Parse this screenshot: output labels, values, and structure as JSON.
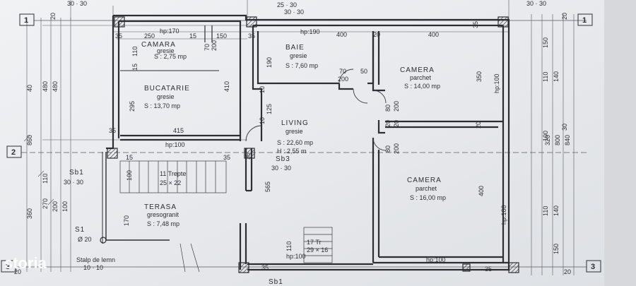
{
  "axes": {
    "row1": "1",
    "row2": "2",
    "row3": "3",
    "row3_right": "3",
    "row1_right": "1"
  },
  "columns": {
    "sb1": "Sb1",
    "sb1_size": "30 · 30",
    "sb3": "Sb3",
    "sb3_size": "30 · 30",
    "s1": "S1",
    "s1_size": "Ø 20",
    "corner_tl": "30 · 30",
    "corner_tr": "30 · 30",
    "top_mid": "25 · 30",
    "right_mid": "30 · 30",
    "bottom": "Sb1"
  },
  "rooms": {
    "camara_top": {
      "name": "CAMARA",
      "finish": "gresie",
      "area": "S : 2,75 mp"
    },
    "baie": {
      "name": "BAIE",
      "finish": "gresie",
      "area": "S : 7,60 mp"
    },
    "camera_1": {
      "name": "CAMERA",
      "finish": "parchet",
      "area": "S : 14,00 mp"
    },
    "bucatarie": {
      "name": "BUCATARIE",
      "finish": "gresie",
      "area": "S : 13,70 mp"
    },
    "living": {
      "name": "LIVING",
      "finish": "gresie",
      "area": "S : 22,60 mp",
      "height": "H : 2,55 m"
    },
    "camera_2": {
      "name": "CAMERA",
      "finish": "parchet",
      "area": "S : 16,00 mp"
    },
    "terasa": {
      "name": "TERASA",
      "finish": "gresogranit",
      "area": "S : 7,48 mp"
    }
  },
  "stairs": {
    "label": "11 Trepte",
    "size": "25 × 22"
  },
  "stairs_small": {
    "label": "17 Tr",
    "size": "29 × 16"
  },
  "misc": {
    "stalp": "Stalp de lemn",
    "stalp_size": "10 · 10",
    "hp_bottom": "hp:100"
  },
  "hp": {
    "hp170": "hp:170",
    "hp190": "hp:190",
    "hp100_kitchen": "hp:100",
    "hp100_cam1": "hp:100",
    "hp100_cam2": "hp:100",
    "hp100_bottom": "hp:100",
    "hp100_living": "hp:100"
  },
  "dims": {
    "d35a": "35",
    "d250": "250",
    "d15a": "15",
    "d150a": "150",
    "d35b": "35",
    "d400a": "400",
    "d20a": "20",
    "d400b": "400",
    "d35c": "35",
    "d110a": "110",
    "d15b": "15",
    "d70a": "70",
    "d200a": "200",
    "d70b": "70",
    "d50a": "50",
    "d200b": "200",
    "d190a": "190",
    "d15c": "15",
    "d295": "295",
    "d410": "410",
    "d35d": "35",
    "d415": "415",
    "d20b": "20",
    "d10a": "10",
    "d125": "125",
    "d10b": "10",
    "d80a": "80",
    "d200c": "200",
    "d20c": "20",
    "d20d": "20",
    "d80b": "80",
    "d200d": "200",
    "d350": "350",
    "d110b": "110",
    "d140a": "140",
    "d20e": "20",
    "d150b": "150",
    "d35e": "35",
    "d100a": "100",
    "d565": "565",
    "d35f": "35",
    "d170": "170",
    "d110c": "110",
    "d400c": "400",
    "d110d": "110",
    "d140b": "140",
    "d150c": "150",
    "d35g": "35",
    "d35h": "35",
    "d20f": "20",
    "d30": "30",
    "d20g": "20",
    "d20h": "20",
    "d20i": "20",
    "d10c": "10",
    "l40": "40",
    "l480": "480",
    "l480b": "480",
    "l860": "860",
    "l110": "110",
    "l100": "100",
    "l270": "270",
    "l200": "200",
    "l360": "360",
    "l20a": "20",
    "l20b": "20",
    "r320": "320",
    "r800": "800",
    "r840": "840",
    "r100": "100",
    "top3030": "30 · 30"
  },
  "watermark": "storia"
}
